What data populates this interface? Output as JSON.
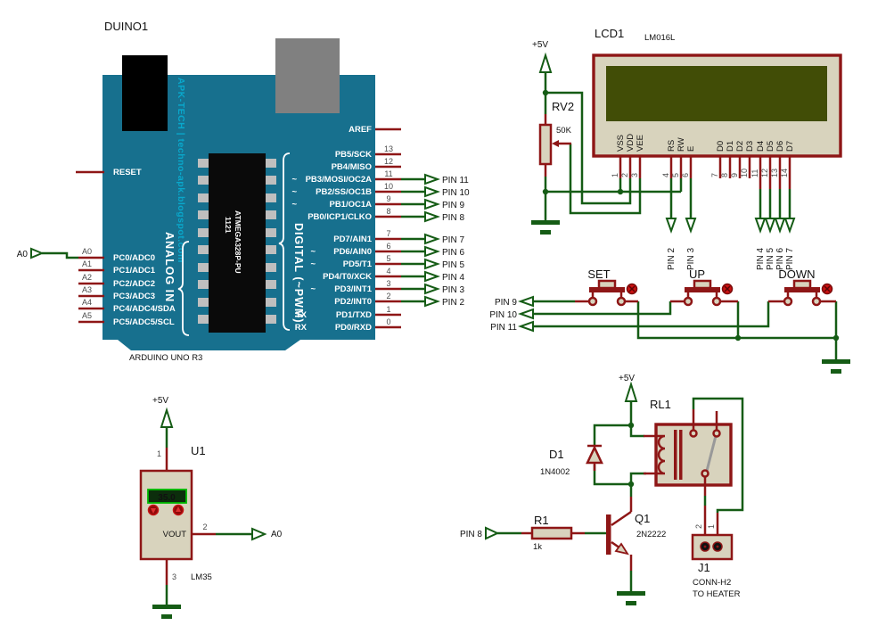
{
  "colors": {
    "wire_green": "#155C15",
    "component_red": "#8E1616",
    "body_beige": "#D8D3BD",
    "board_teal": "#17708E",
    "watermark_cyan": "#09A8CC",
    "lcd_screen_olive": "#414D06",
    "display_green": "#3FD43F",
    "indicator_red": "#CC1111"
  },
  "power_label": "+5V",
  "arduino": {
    "ref": "DUINO1",
    "board_name": "ARDUINO UNO R3",
    "watermark": "APK-TECH | techno-apk.blogspot.com",
    "chip_marking": "1121",
    "chip_part": "ATMEGA328P-PU",
    "analog_header": "ANALOG IN",
    "digital_header": "DIGITAL (~PWM)",
    "reset_label": "RESET",
    "aref_label": "AREF",
    "tx_label": "TX",
    "rx_label": "RX",
    "pwm_mark": "~",
    "analog_terminal": "A0",
    "left_pins": [
      {
        "name": "A0",
        "func": "PC0/ADC0"
      },
      {
        "name": "A1",
        "func": "PC1/ADC1"
      },
      {
        "name": "A2",
        "func": "PC2/ADC2"
      },
      {
        "name": "A3",
        "func": "PC3/ADC3"
      },
      {
        "name": "A4",
        "func": "PC4/ADC4/SDA"
      },
      {
        "name": "A5",
        "func": "PC5/ADC5/SCL"
      }
    ],
    "right_pins": [
      {
        "num": "13",
        "func": "PB5/SCK"
      },
      {
        "num": "12",
        "func": "PB4/MISO"
      },
      {
        "num": "11",
        "func": "PB3/MOSI/OC2A",
        "terminal": "PIN 11"
      },
      {
        "num": "10",
        "func": "PB2/SS/OC1B",
        "terminal": "PIN 10"
      },
      {
        "num": "9",
        "func": "PB1/OC1A",
        "terminal": "PIN 9"
      },
      {
        "num": "8",
        "func": "PB0/ICP1/CLKO",
        "terminal": "PIN 8"
      },
      {
        "num": "7",
        "func": "PD7/AIN1",
        "terminal": "PIN 7"
      },
      {
        "num": "6",
        "func": "PD6/AIN0",
        "terminal": "PIN 6"
      },
      {
        "num": "5",
        "func": "PD5/T1",
        "terminal": "PIN 5"
      },
      {
        "num": "4",
        "func": "PD4/T0/XCK",
        "terminal": "PIN 4"
      },
      {
        "num": "3",
        "func": "PD3/INT1",
        "terminal": "PIN 3"
      },
      {
        "num": "2",
        "func": "PD2/INT0",
        "terminal": "PIN 2"
      },
      {
        "num": "1",
        "func": "PD1/TXD"
      },
      {
        "num": "0",
        "func": "PD0/RXD"
      }
    ]
  },
  "lcd": {
    "ref": "LCD1",
    "part": "LM016L",
    "pins": [
      {
        "num": "1",
        "name": "VSS"
      },
      {
        "num": "2",
        "name": "VDD"
      },
      {
        "num": "3",
        "name": "VEE"
      },
      {
        "num": "4",
        "name": "RS"
      },
      {
        "num": "5",
        "name": "RW"
      },
      {
        "num": "6",
        "name": "E"
      },
      {
        "num": "7",
        "name": "D0"
      },
      {
        "num": "8",
        "name": "D1"
      },
      {
        "num": "9",
        "name": "D2"
      },
      {
        "num": "10",
        "name": "D3"
      },
      {
        "num": "11",
        "name": "D4"
      },
      {
        "num": "12",
        "name": "D5"
      },
      {
        "num": "13",
        "name": "D6"
      },
      {
        "num": "14",
        "name": "D7"
      }
    ],
    "terminals": [
      "PIN 2",
      "PIN 3",
      "PIN 4",
      "PIN 5",
      "PIN 6",
      "PIN 7"
    ]
  },
  "pot": {
    "ref": "RV2",
    "value": "50K"
  },
  "buttons": {
    "items": [
      {
        "label": "SET",
        "terminal": "PIN 9"
      },
      {
        "label": "UP",
        "terminal": "PIN 10"
      },
      {
        "label": "DOWN",
        "terminal": "PIN 11"
      }
    ]
  },
  "sensor": {
    "ref": "U1",
    "part": "LM35",
    "display_value": "35.0",
    "vout_label": "VOUT",
    "pin1": "1",
    "pin2": "2",
    "pin3": "3",
    "terminal": "A0"
  },
  "driver": {
    "resistor": {
      "ref": "R1",
      "value": "1k",
      "terminal": "PIN 8"
    },
    "transistor": {
      "ref": "Q1",
      "part": "2N2222"
    },
    "diode": {
      "ref": "D1",
      "part": "1N4002"
    },
    "relay": {
      "ref": "RL1"
    },
    "connector": {
      "ref": "J1",
      "part": "CONN-H2",
      "note": "TO HEATER",
      "pin1": "1",
      "pin2": "2"
    }
  }
}
